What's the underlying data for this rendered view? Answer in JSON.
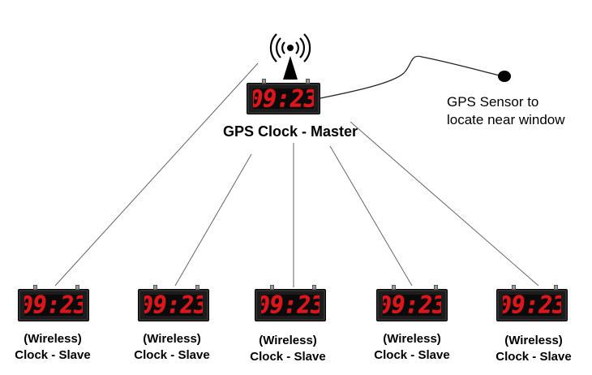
{
  "master": {
    "time": "09:23",
    "label": "GPS Clock - Master"
  },
  "sensor": {
    "label_line1": "GPS Sensor to",
    "label_line2": "locate near window"
  },
  "slaves": [
    {
      "time": "09:23",
      "line1": "(Wireless)",
      "line2": "Clock - Slave"
    },
    {
      "time": "09:23",
      "line1": "(Wireless)",
      "line2": "Clock - Slave"
    },
    {
      "time": "09:23",
      "line1": "(Wireless)",
      "line2": "Clock - Slave"
    },
    {
      "time": "09:23",
      "line1": "(Wireless)",
      "line2": "Clock - Slave"
    },
    {
      "time": "09:23",
      "line1": "(Wireless)",
      "line2": "Clock - Slave"
    }
  ],
  "icons": {
    "antenna": "wireless-antenna-icon",
    "sensor": "gps-sensor-icon"
  },
  "colors": {
    "digits": "#e0151b",
    "clock_body": "#1c1c1c",
    "lines": "#555555"
  }
}
